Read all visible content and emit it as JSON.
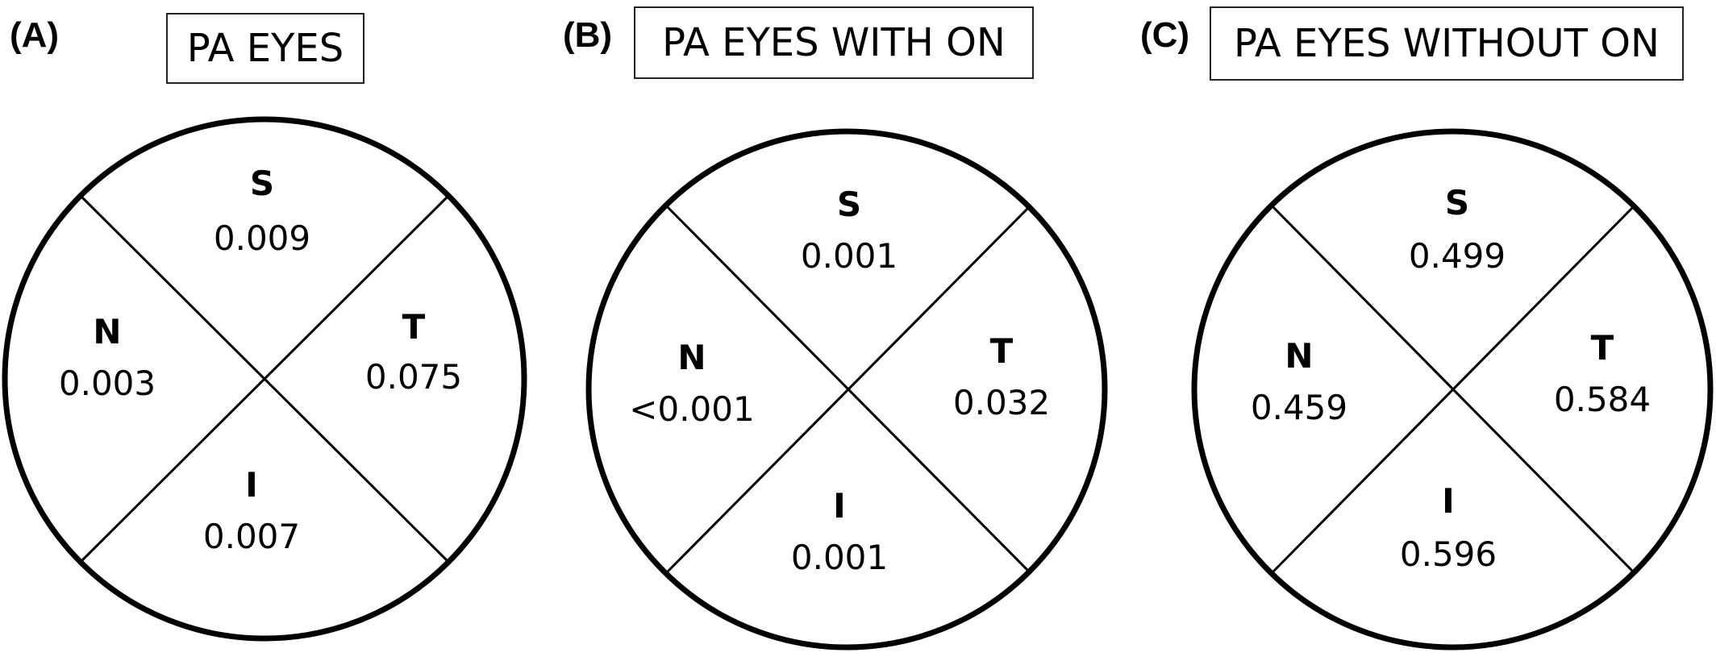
{
  "panels": [
    {
      "letter": "(A)",
      "title": "PA EYES",
      "sectors": {
        "superior": {
          "label": "S",
          "value": "0.009"
        },
        "nasal": {
          "label": "N",
          "value": "0.003"
        },
        "temporal": {
          "label": "T",
          "value": "0.075"
        },
        "inferior": {
          "label": "I",
          "value": "0.007"
        }
      }
    },
    {
      "letter": "(B)",
      "title": "PA EYES WITH ON",
      "sectors": {
        "superior": {
          "label": "S",
          "value": "0.001"
        },
        "nasal": {
          "label": "N",
          "value": "<0.001"
        },
        "temporal": {
          "label": "T",
          "value": "0.032"
        },
        "inferior": {
          "label": "I",
          "value": "0.001"
        }
      }
    },
    {
      "letter": "(C)",
      "title": "PA EYES WITHOUT ON",
      "sectors": {
        "superior": {
          "label": "S",
          "value": "0.499"
        },
        "nasal": {
          "label": "N",
          "value": "0.459"
        },
        "temporal": {
          "label": "T",
          "value": "0.584"
        },
        "inferior": {
          "label": "I",
          "value": "0.596"
        }
      }
    }
  ]
}
